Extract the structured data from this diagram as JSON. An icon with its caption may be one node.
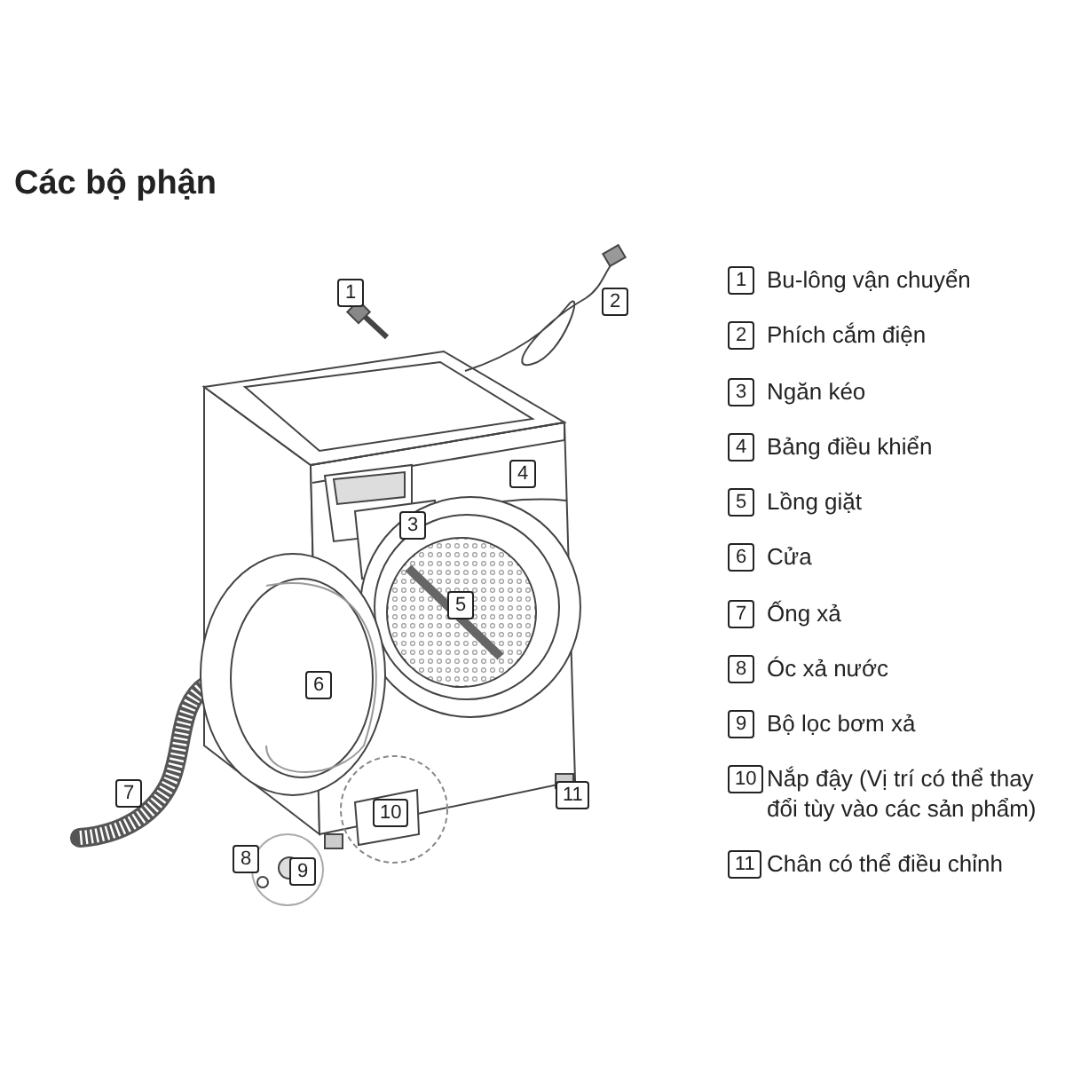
{
  "diagram": {
    "title": "Các bộ phận",
    "labels": [
      "1",
      "2",
      "3",
      "4",
      "5",
      "6",
      "7",
      "8",
      "9",
      "10",
      "11",
      "1",
      "Bu-lông vận chuyển",
      "2",
      "Phích cắm điện",
      "3",
      "Ngăn kéo",
      "4",
      "Bảng điều khiển",
      "5",
      "Lồng giặt",
      "6",
      "Cửa",
      "7",
      "Ống xả",
      "8",
      "Óc xả nước",
      "9",
      "Bộ lọc bơm xả",
      "10",
      "Nắp đậy (Vị trí có thể thay đổi tùy vào các sản phẩm)",
      "11",
      "Chân có thể điều chỉnh"
    ]
  }
}
